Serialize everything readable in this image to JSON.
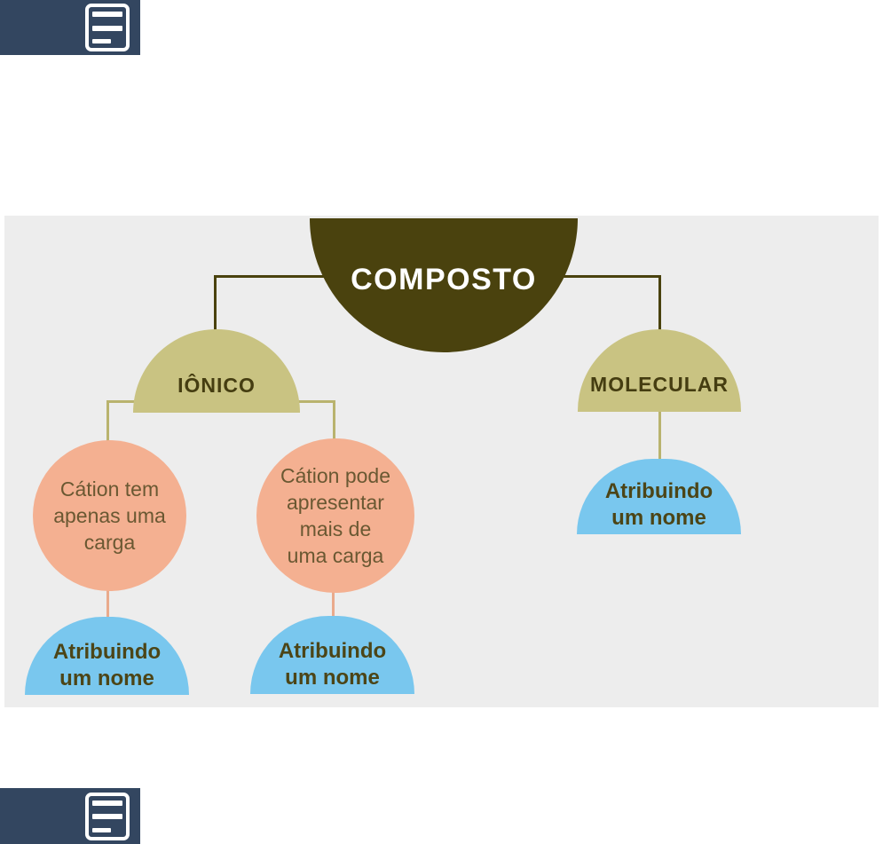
{
  "section_bars": {
    "bar_color": "#334660",
    "top_icon": "article-list-icon",
    "bottom_icon": "article-list-icon"
  },
  "diagram": {
    "panel_color": "#ededed",
    "nodes": {
      "root": "COMPOSTO",
      "ionic": "IÔNICO",
      "molecular": "MOLECULAR",
      "ionic_case_single": "Cátion tem\napenas uma\ncarga",
      "ionic_case_multiple": "Cátion pode\napresentar\nmais de\numa carga",
      "naming_under_single": "Atribuindo\num nome",
      "naming_under_multiple": "Atribuindo\num nome",
      "naming_under_molecular": "Atribuindo\num nome"
    },
    "colors": {
      "root_fill": "#4a420e",
      "root_text": "#ffffff",
      "branch_fill": "#c9c382",
      "branch_text": "#453d11",
      "case_fill": "#f4b091",
      "case_text": "#6a5832",
      "naming_fill": "#79c7ee",
      "naming_text": "#4c4517",
      "connector_root": "#4a420e",
      "connector_branch": "#b9b36e",
      "connector_case": "#e9aa8c"
    }
  }
}
